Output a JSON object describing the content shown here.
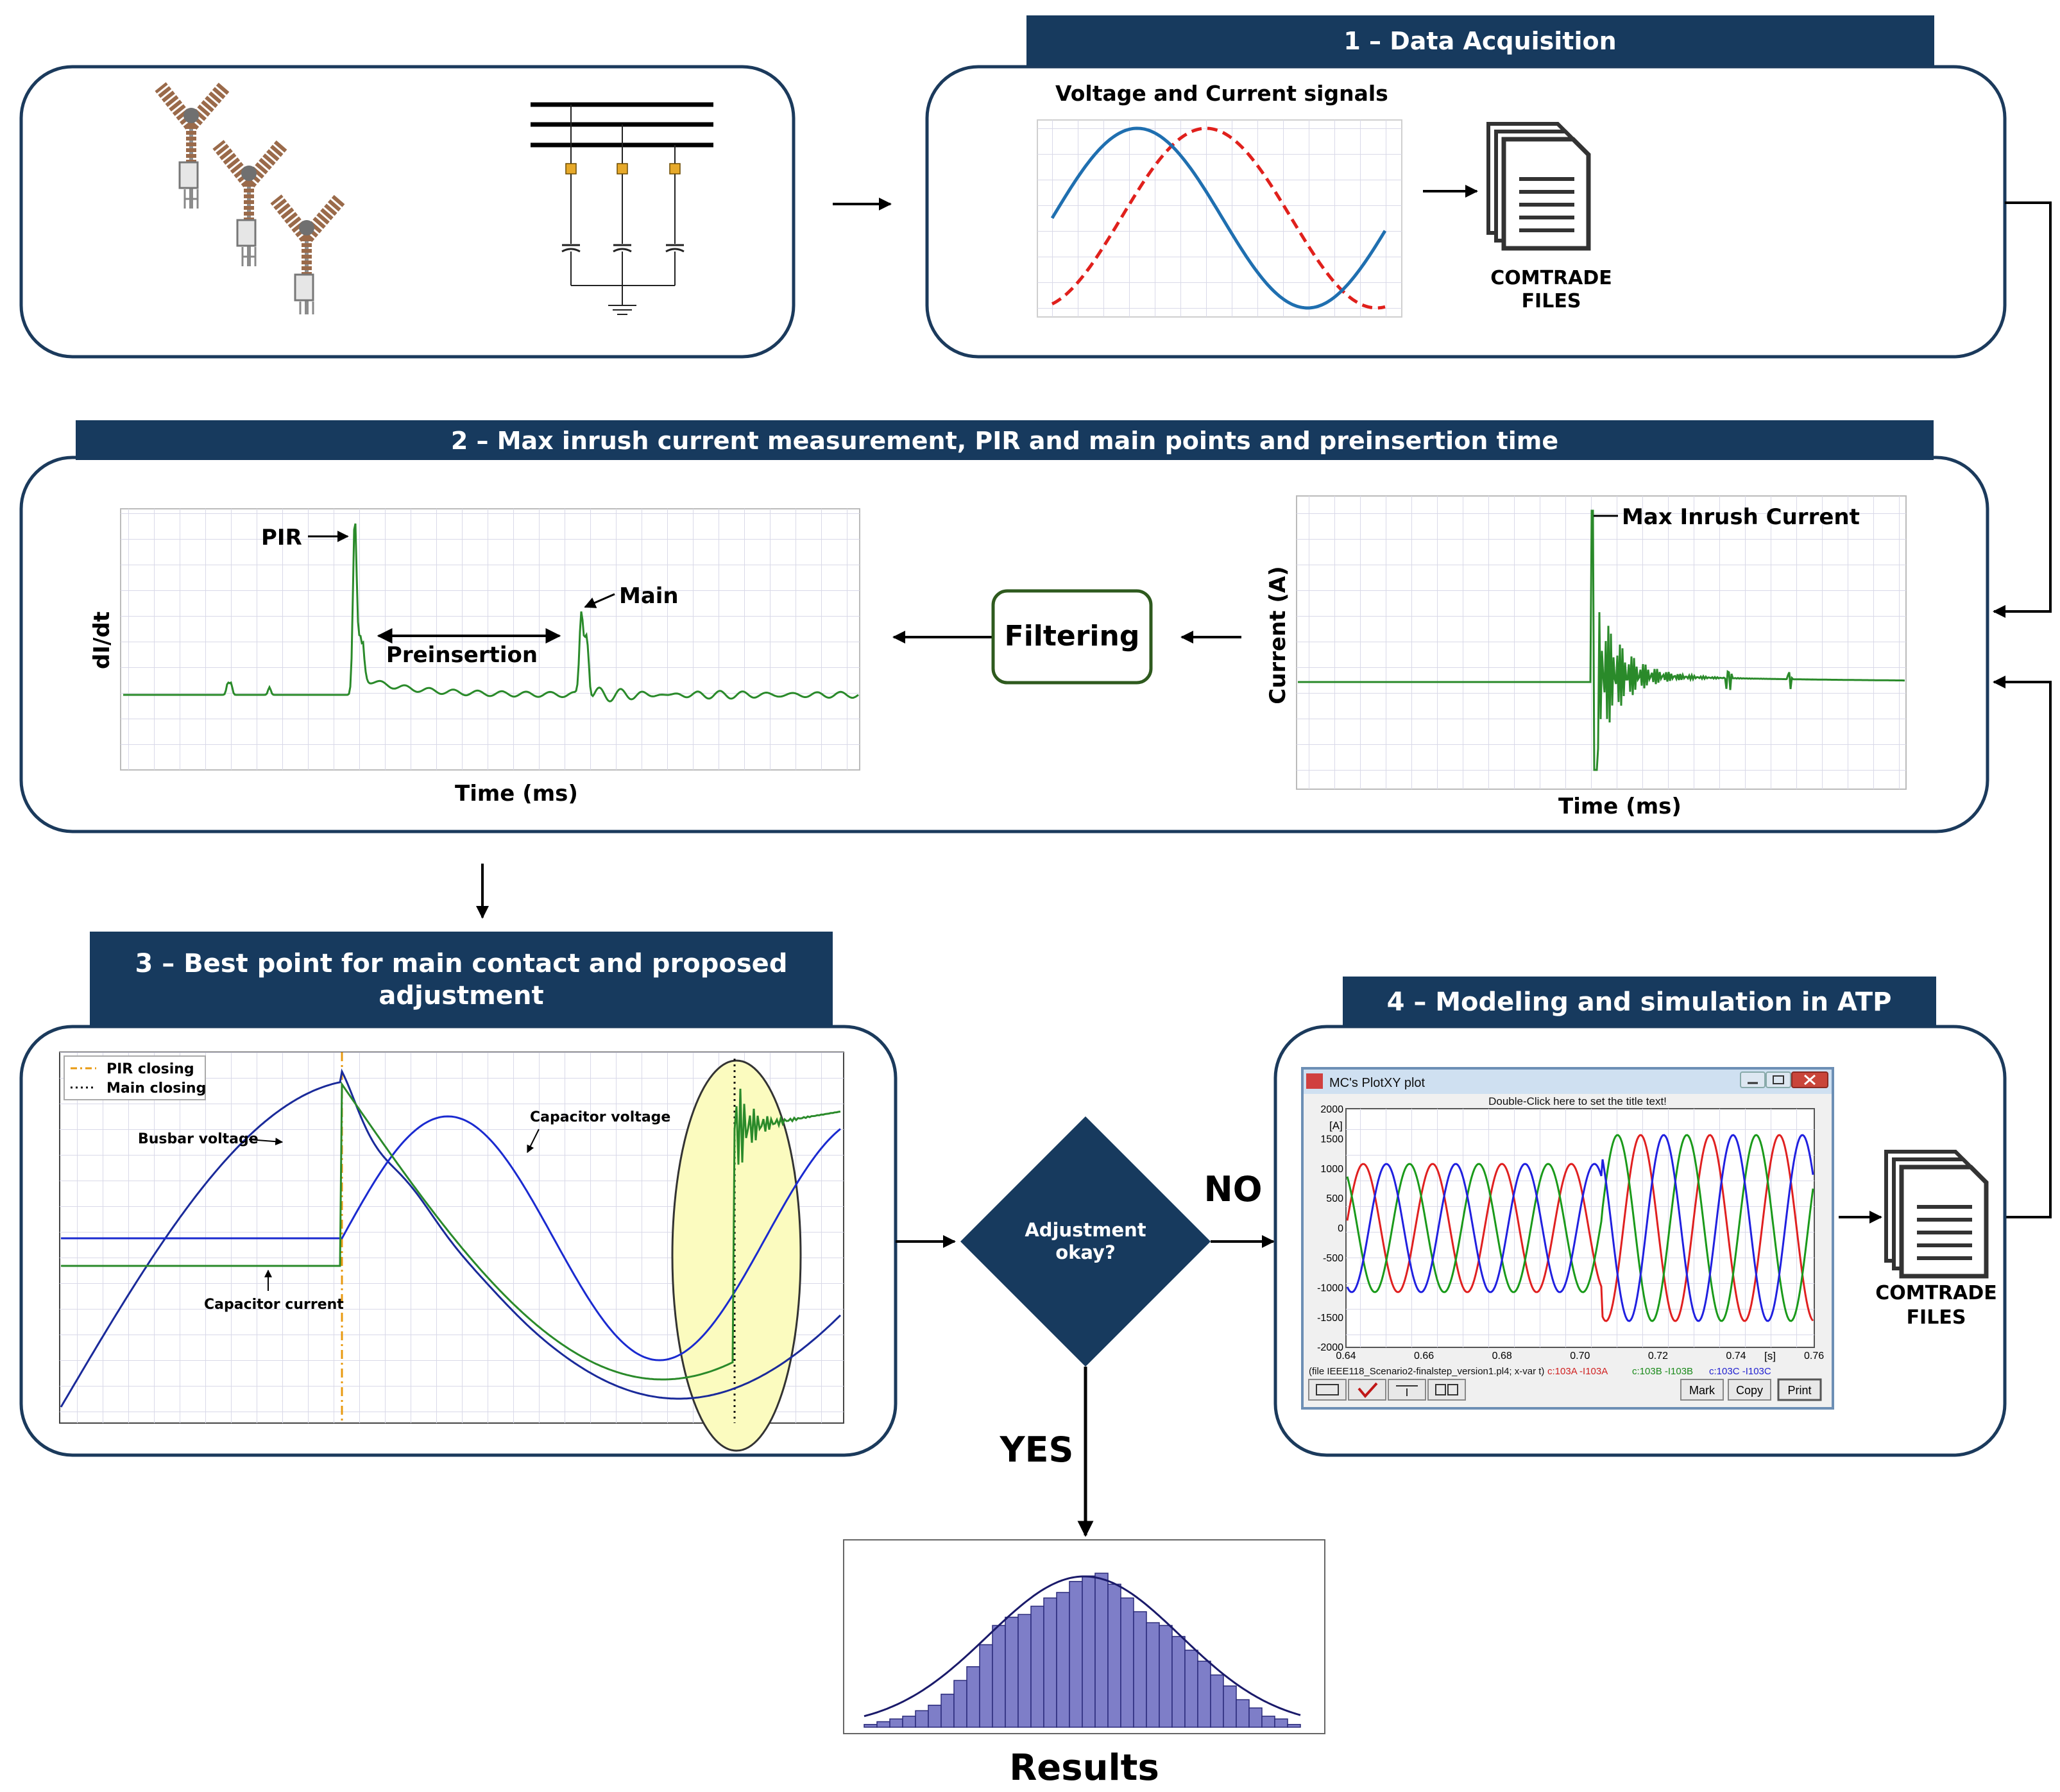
{
  "colors": {
    "navy": "#173a5e",
    "box_border": "#1b3a5c",
    "green_curve": "#2a8a2a",
    "blue_curve": "#1f6fb0",
    "red_curve": "#e0201c",
    "highlight_yellow": "#fbfbbf",
    "filter_border": "#2e5a1e",
    "hist_fill": "#7e7ec8"
  },
  "step1": {
    "banner": "1 – Data Acquisition",
    "plot_title": "Voltage and Current signals",
    "files_label_1": "COMTRADE",
    "files_label_2": "FILES"
  },
  "step2": {
    "banner": "2 – Max inrush current measurement, PIR and main points and preinsertion time",
    "left_ylabel": "dI/dt",
    "left_xlabel": "Time (ms)",
    "pir_label": "PIR",
    "main_label": "Main",
    "preinsertion_label": "Preinsertion",
    "filter_label": "Filtering",
    "right_ylabel": "Current (A)",
    "right_xlabel": "Time (ms)",
    "max_inrush_label": "Max Inrush Current"
  },
  "step3": {
    "banner_line1": "3 – Best point for main contact and proposed",
    "banner_line2": "adjustment",
    "legend_pir": "PIR closing",
    "legend_main": "Main closing",
    "busbar_label": "Busbar voltage",
    "capvolt_label": "Capacitor voltage",
    "capcur_label": "Capacitor current"
  },
  "decision": {
    "text_line1": "Adjustment",
    "text_line2": "okay?",
    "no_label": "NO",
    "yes_label": "YES"
  },
  "step4": {
    "banner": "4 – Modeling and simulation in ATP",
    "window_title": "MC's PlotXY plot",
    "plot_hint": "Double-Click here to set the title text!",
    "y_unit": "[A]",
    "x_unit": "[s]",
    "y_ticks": [
      "2000",
      "1500",
      "1000",
      "500",
      "0",
      "-500",
      "-1000",
      "-1500",
      "-2000"
    ],
    "x_ticks": [
      "0.64",
      "0.66",
      "0.68",
      "0.70",
      "0.72",
      "0.74",
      "0.76"
    ],
    "footer_file": "(file IEEE118_Scenario2-finalstep_version1.pl4; x-var t)",
    "footer_c1": "c:103A -I103A",
    "footer_c2": "c:103B -I103B",
    "footer_c3": "c:103C -I103C",
    "btn_mark": "Mark",
    "btn_copy": "Copy",
    "btn_print": "Print",
    "files_label_1": "COMTRADE",
    "files_label_2": "FILES"
  },
  "results": {
    "label": "Results",
    "chart_data": {
      "type": "bar",
      "values": [
        1,
        2,
        3,
        4,
        6,
        8,
        12,
        17,
        22,
        30,
        37,
        40,
        41,
        44,
        47,
        49,
        53,
        55,
        56,
        52,
        47,
        42,
        38,
        37,
        33,
        28,
        24,
        19,
        15,
        10,
        7,
        4,
        3,
        1
      ],
      "title": "",
      "xlabel": "",
      "ylabel": ""
    }
  }
}
